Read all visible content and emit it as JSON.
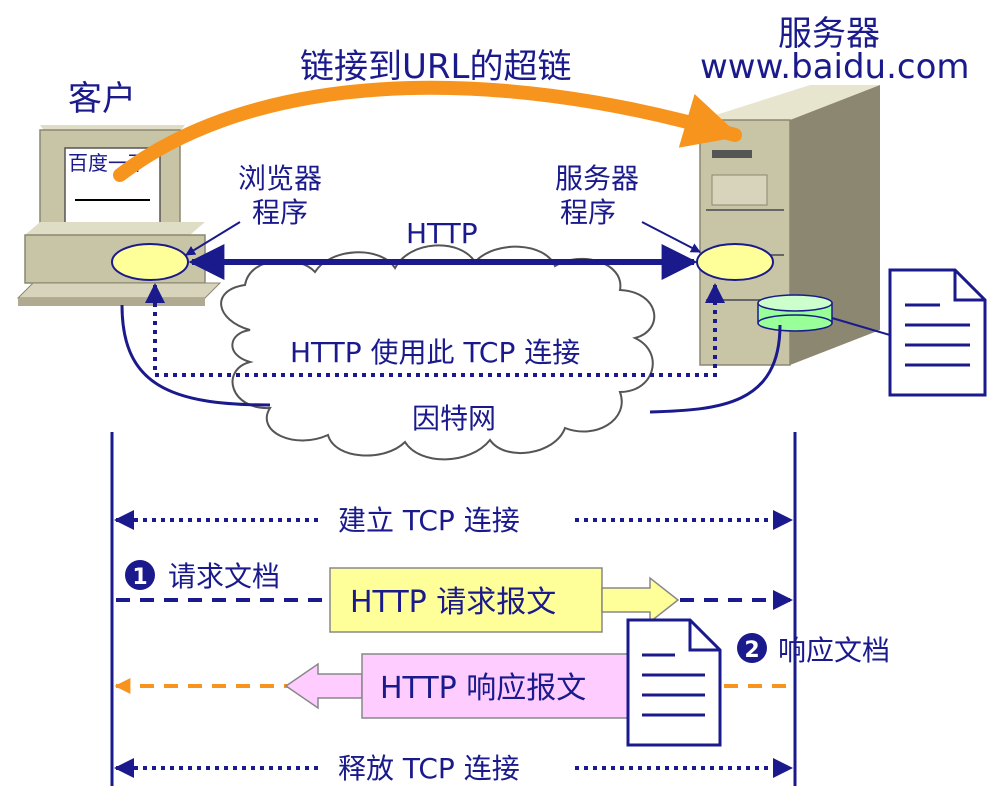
{
  "labels": {
    "client": "客户",
    "server_title": "服务器",
    "server_host": "www.baidu.com",
    "hyperlink": "链接到URL的超链",
    "screen_text": "百度一下",
    "browser_line1": "浏览器",
    "browser_line2": "程序",
    "server_prog_line1": "服务器",
    "server_prog_line2": "程序",
    "http": "HTTP",
    "tcp_use": "HTTP 使用此 TCP 连接",
    "internet": "因特网",
    "establish": "建立 TCP 连接",
    "step1_num": "1",
    "step1": "请求文档",
    "request_msg": "HTTP 请求报文",
    "step2_num": "2",
    "step2": "响应文档",
    "response_msg": "HTTP 响应报文",
    "release": "释放 TCP 连接"
  },
  "colors": {
    "navy": "#1a1a8c",
    "orange": "#f7941d",
    "request_box": "#ffff99",
    "response_box": "#ffccff",
    "ellipse": "#ffff99",
    "disk": "#99ff99",
    "machine": "#c8c4a6",
    "machine_dark": "#8c8770"
  }
}
